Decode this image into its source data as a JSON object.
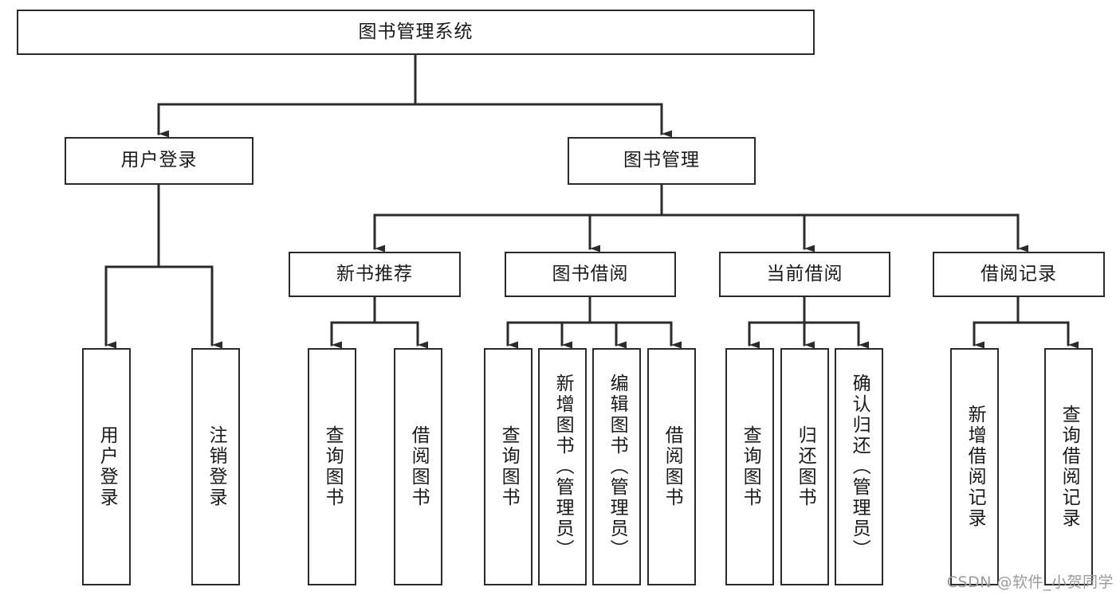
{
  "diagram": {
    "type": "tree-hierarchy",
    "title": "图书管理系统",
    "orientation": "top-down",
    "colors": {
      "box_border": "#2b2b2b",
      "box_fill": "#ffffff",
      "connector": "#2b2b2b",
      "text": "#1a1a1a",
      "watermark": "#9a9a9a",
      "background": "#ffffff"
    },
    "root": {
      "id": "root",
      "label": "图书管理系统",
      "orientation": "horizontal"
    },
    "level2": [
      {
        "id": "user-login",
        "label": "用户登录",
        "orientation": "horizontal"
      },
      {
        "id": "book-manage",
        "label": "图书管理",
        "orientation": "horizontal"
      }
    ],
    "level3": [
      {
        "id": "new-book-rec",
        "label": "新书推荐",
        "parent": "book-manage",
        "orientation": "horizontal"
      },
      {
        "id": "book-borrow",
        "label": "图书借阅",
        "parent": "book-manage",
        "orientation": "horizontal"
      },
      {
        "id": "current-borrow",
        "label": "当前借阅",
        "parent": "book-manage",
        "orientation": "horizontal"
      },
      {
        "id": "borrow-record",
        "label": "借阅记录",
        "parent": "book-manage",
        "orientation": "horizontal"
      }
    ],
    "leaves": [
      {
        "id": "leaf-user-login",
        "label": "用户登录",
        "parent": "user-login",
        "orientation": "vertical"
      },
      {
        "id": "leaf-logout-login",
        "label": "注销登录",
        "parent": "user-login",
        "orientation": "vertical"
      },
      {
        "id": "leaf-query-book-1",
        "label": "查询图书",
        "parent": "new-book-rec",
        "orientation": "vertical"
      },
      {
        "id": "leaf-borrow-book-1",
        "label": "借阅图书",
        "parent": "new-book-rec",
        "orientation": "vertical"
      },
      {
        "id": "leaf-query-book-2",
        "label": "查询图书",
        "parent": "book-borrow",
        "orientation": "vertical"
      },
      {
        "id": "leaf-add-book",
        "label": "新增图书（管理员）",
        "parent": "book-borrow",
        "orientation": "vertical"
      },
      {
        "id": "leaf-edit-book",
        "label": "编辑图书（管理员）",
        "parent": "book-borrow",
        "orientation": "vertical"
      },
      {
        "id": "leaf-borrow-book-2",
        "label": "借阅图书",
        "parent": "book-borrow",
        "orientation": "vertical"
      },
      {
        "id": "leaf-query-book-3",
        "label": "查询图书",
        "parent": "current-borrow",
        "orientation": "vertical"
      },
      {
        "id": "leaf-return-book",
        "label": "归还图书",
        "parent": "current-borrow",
        "orientation": "vertical"
      },
      {
        "id": "leaf-confirm-return",
        "label": "确认归还（管理员）",
        "parent": "current-borrow",
        "orientation": "vertical"
      },
      {
        "id": "leaf-add-record",
        "label": "新增借阅记录",
        "parent": "borrow-record",
        "orientation": "vertical"
      },
      {
        "id": "leaf-query-record",
        "label": "查询借阅记录",
        "parent": "borrow-record",
        "orientation": "vertical"
      }
    ]
  },
  "watermark": {
    "text": "CSDN @软件_小贺同学"
  }
}
